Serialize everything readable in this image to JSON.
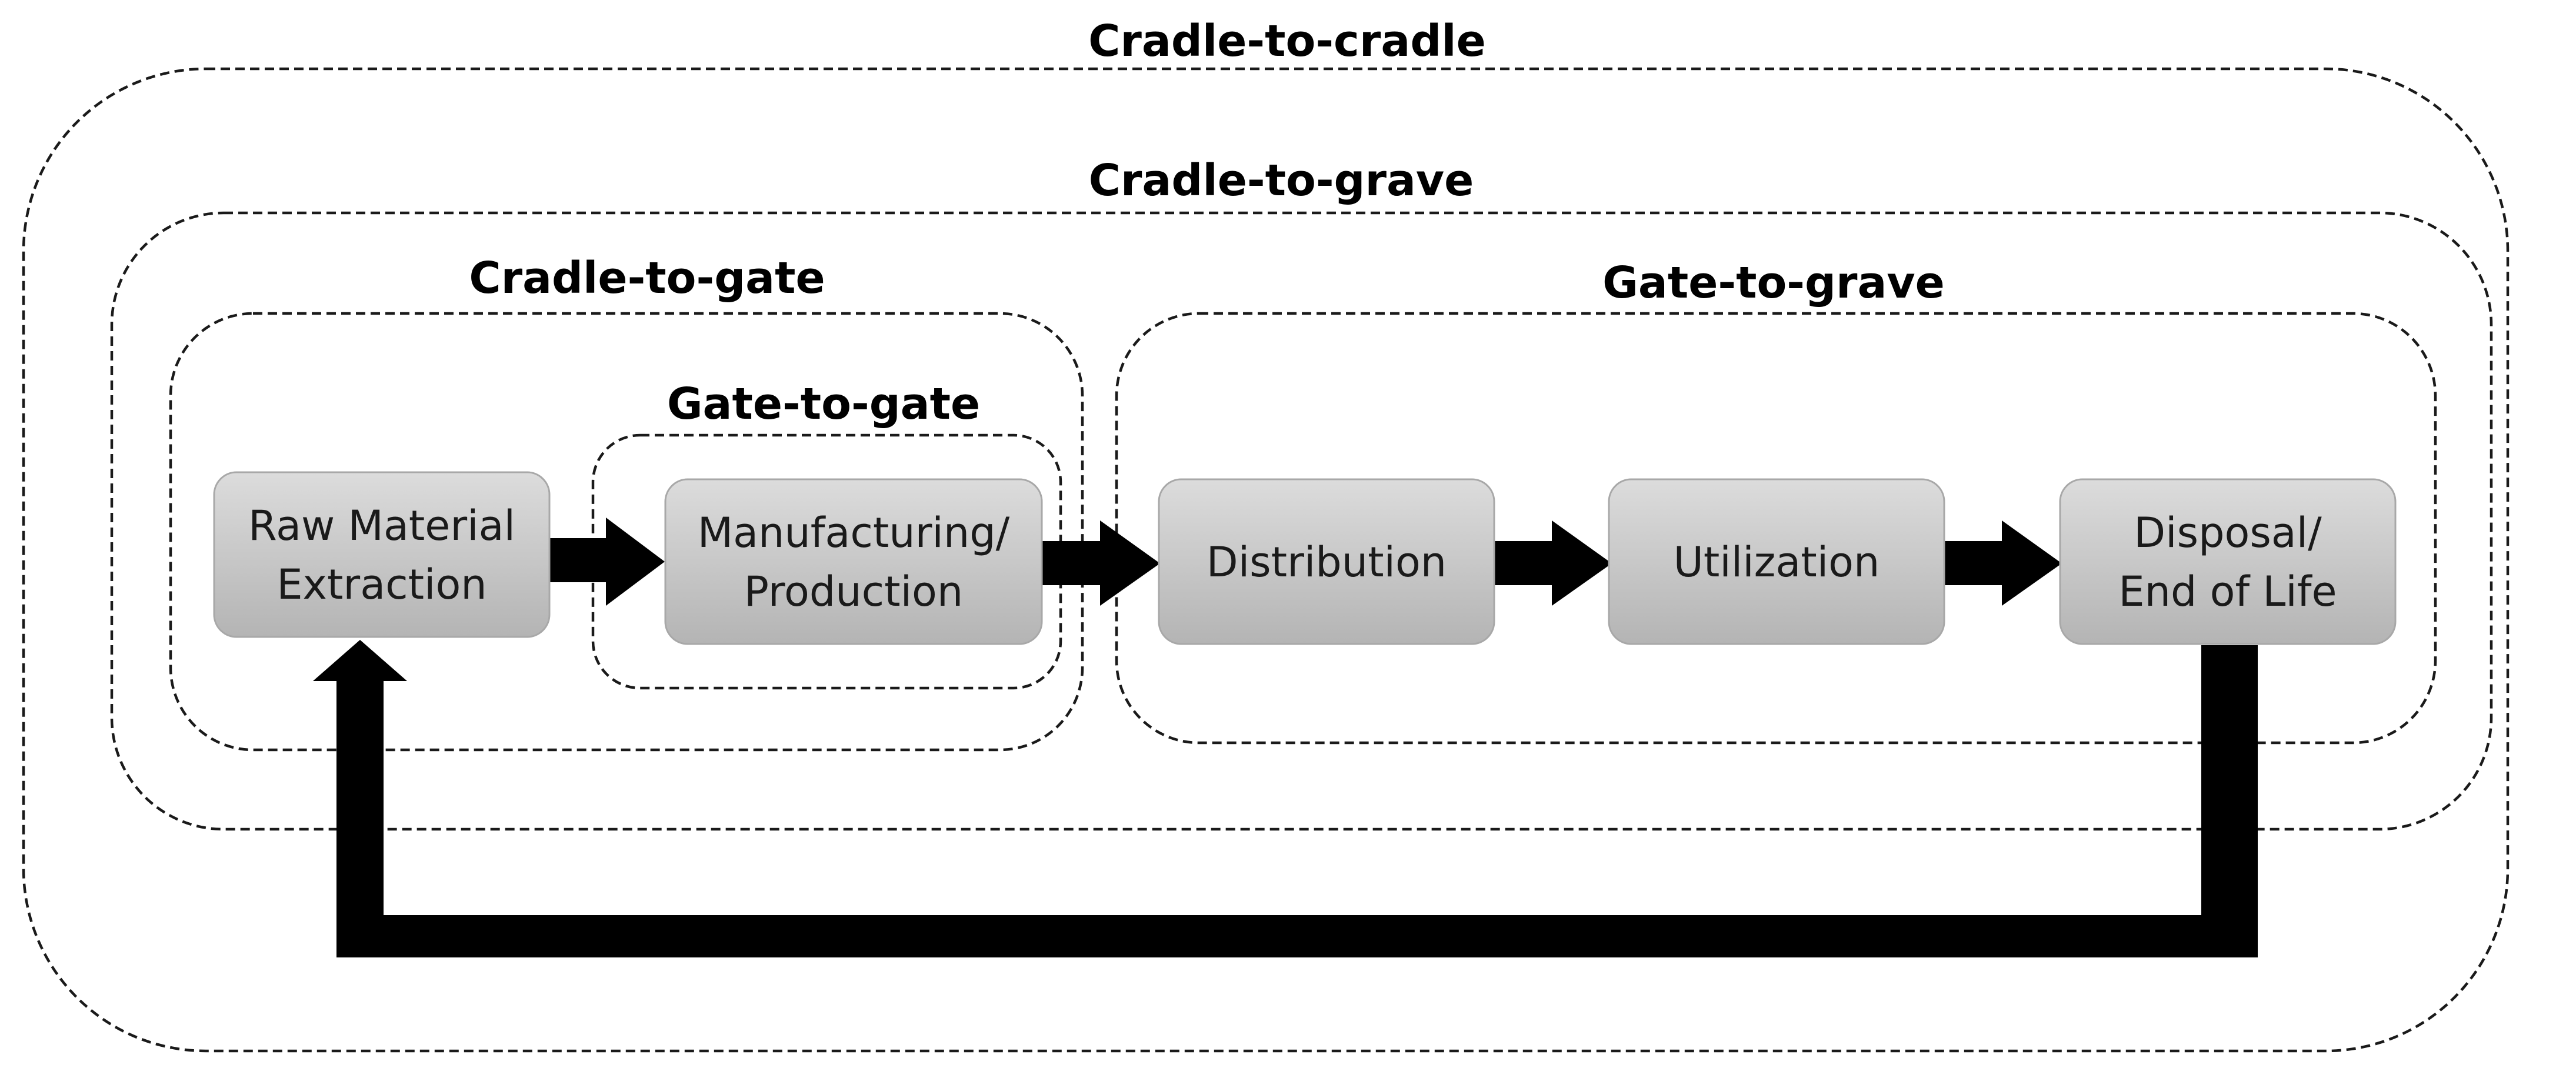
{
  "boundaries": {
    "cradle_to_cradle": "Cradle-to-cradle",
    "cradle_to_grave": "Cradle-to-grave",
    "cradle_to_gate": "Cradle-to-gate",
    "gate_to_gate": "Gate-to-gate",
    "gate_to_grave": "Gate-to-grave"
  },
  "stages": {
    "raw_material": {
      "line1": "Raw Material",
      "line2": "Extraction"
    },
    "manufacturing": {
      "line1": "Manufacturing/",
      "line2": "Production"
    },
    "distribution": {
      "line1": "Distribution"
    },
    "utilization": {
      "line1": "Utilization"
    },
    "disposal": {
      "line1": "Disposal/",
      "line2": "End of Life"
    }
  },
  "colors": {
    "stage_fill_top": "#dcdcdc",
    "stage_fill_bottom": "#b4b4b4",
    "arrow": "#000000",
    "boundary_stroke": "#1a1a1a"
  }
}
